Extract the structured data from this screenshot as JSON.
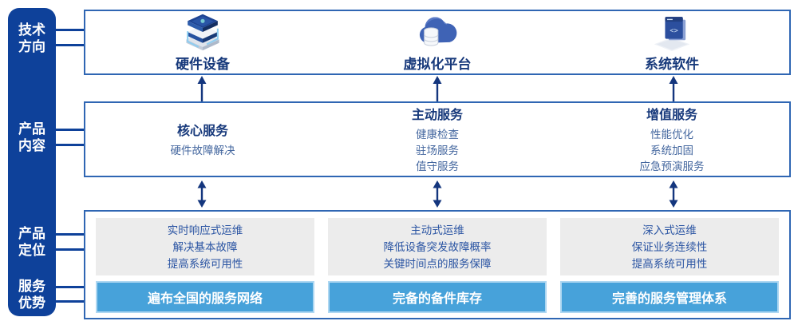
{
  "colors": {
    "sidebar_navy": "#0e419a",
    "box_border": "#2f66b3",
    "header_text": "#17397b",
    "sub_text": "#44679f",
    "panel_bg": "#ececec",
    "panel_text": "#2b55a3",
    "bar_bg": "#47a2da",
    "bar_border": "#aed7f1",
    "arrow": "#14367e"
  },
  "sidebar": {
    "items": [
      {
        "label": "技术方向"
      },
      {
        "label": "产品内容"
      },
      {
        "label": "产品定位"
      },
      {
        "label": "服务优势"
      }
    ]
  },
  "tech_row": {
    "items": [
      {
        "icon": "server-stack-icon",
        "label": "硬件设备"
      },
      {
        "icon": "cloud-database-icon",
        "label": "虚拟化平台"
      },
      {
        "icon": "software-window-icon",
        "label": "系统软件"
      }
    ]
  },
  "content_row": {
    "columns": [
      {
        "title": "核心服务",
        "items": [
          "硬件故障解决"
        ]
      },
      {
        "title": "主动服务",
        "items": [
          "健康检查",
          "驻场服务",
          "值守服务"
        ]
      },
      {
        "title": "增值服务",
        "items": [
          "性能优化",
          "系统加固",
          "应急预演服务"
        ]
      }
    ]
  },
  "position_row": {
    "columns": [
      {
        "lines": [
          "实时响应式运维",
          "解决基本故障",
          "提高系统可用性"
        ],
        "bar": "遍布全国的服务网络"
      },
      {
        "lines": [
          "主动式运维",
          "降低设备突发故障概率",
          "关键时间点的服务保障"
        ],
        "bar": "完备的备件库存"
      },
      {
        "lines": [
          "深入式运维",
          "保证业务连续性",
          "提高系统可用性"
        ],
        "bar": "完善的服务管理体系"
      }
    ]
  }
}
